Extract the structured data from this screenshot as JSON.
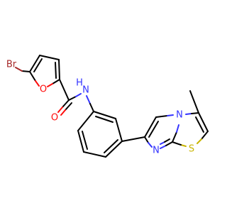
{
  "molecule": {
    "atom_labels": {
      "bromine": "Br",
      "furan_oxygen": "O",
      "carbonyl_oxygen": "O",
      "amide_nitrogen": "N",
      "amide_hydrogen": "H",
      "bridgehead_nitrogen": "N",
      "imidazole_nitrogen": "N",
      "sulfur": "S"
    },
    "colors": {
      "bond": "#000000",
      "bromine": "#a62929",
      "oxygen": "#ff0d0d",
      "nitrogen": "#3333ff",
      "sulfur": "#c8b400"
    }
  }
}
